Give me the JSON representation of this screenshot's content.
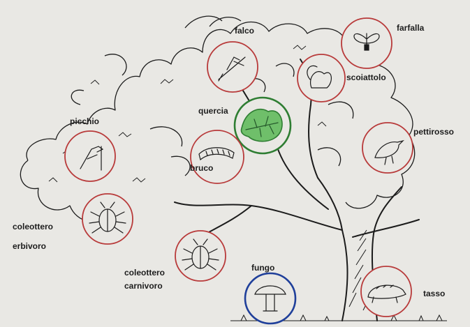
{
  "diagram": {
    "colors": {
      "paper": "#e9e8e4",
      "ink": "#1b1b1b",
      "animal_circle": "#b83a3a",
      "producer_circle": "#2e7d32",
      "producer_fill": "#6fbf6a",
      "decomposer_circle": "#1f3f9a"
    },
    "nodes": [
      {
        "id": "falco",
        "label": "falco",
        "role": "animal",
        "icon": "hawk-icon"
      },
      {
        "id": "farfalla",
        "label": "farfalla",
        "role": "animal",
        "icon": "butterfly-icon"
      },
      {
        "id": "scoiattolo",
        "label": "scoiattolo",
        "role": "animal",
        "icon": "squirrel-icon"
      },
      {
        "id": "quercia",
        "label": "quercia",
        "role": "producer",
        "icon": "oak-leaf-icon"
      },
      {
        "id": "picchio",
        "label": "picchio",
        "role": "animal",
        "icon": "woodpecker-icon"
      },
      {
        "id": "pettirosso",
        "label": "pettirosso",
        "role": "animal",
        "icon": "robin-icon"
      },
      {
        "id": "bruco",
        "label": "bruco",
        "role": "animal",
        "icon": "caterpillar-icon"
      },
      {
        "id": "coleottero-erbivoro",
        "label": [
          "coleottero",
          "erbivoro"
        ],
        "role": "animal",
        "icon": "beetle-icon"
      },
      {
        "id": "coleottero-carnivoro",
        "label": [
          "coleottero",
          "carnivoro"
        ],
        "role": "animal",
        "icon": "ground-beetle-icon"
      },
      {
        "id": "fungo",
        "label": "fungo",
        "role": "decomposer",
        "icon": "mushroom-icon"
      },
      {
        "id": "tasso",
        "label": "tasso",
        "role": "animal",
        "icon": "badger-icon"
      }
    ]
  }
}
